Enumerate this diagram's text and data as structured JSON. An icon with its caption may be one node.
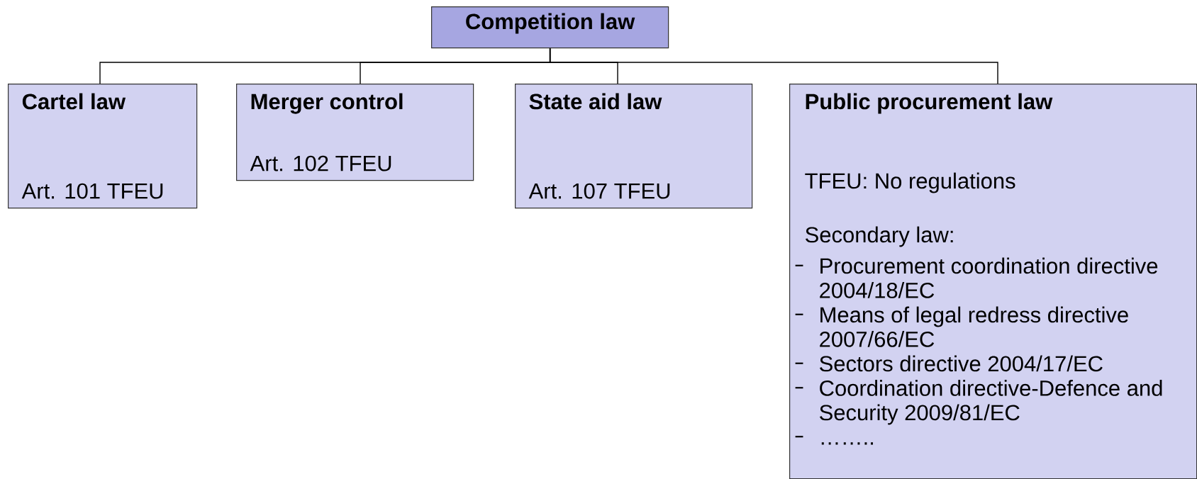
{
  "diagram": {
    "nodes": [
      {
        "text": [
          "Competition law"
        ]
      },
      {
        "text": [
          "Cartel law",
          "Art. 101 TFEU"
        ]
      },
      {
        "text": [
          "Merger control",
          "Art. 102 TFEU"
        ]
      },
      {
        "text": [
          "State aid law",
          "Art. 107 TFEU"
        ]
      },
      {
        "text": [
          "Public procurement law",
          "TFEU: No regulations",
          "Secondary law:",
          "Procurement coordination directive 2004/18/EC",
          "Means of legal redress directive 2007/66/EC",
          "Sectors directive 2004/17/EC",
          "Coordination directive-Defence and Security 2009/81/EC",
          "…….."
        ]
      }
    ],
    "edges": [
      {
        "from": 0,
        "to": 1,
        "arrow": "none"
      },
      {
        "from": 0,
        "to": 2,
        "arrow": "none"
      },
      {
        "from": 0,
        "to": 3,
        "arrow": "none"
      },
      {
        "from": 0,
        "to": 4,
        "arrow": "none"
      }
    ]
  }
}
